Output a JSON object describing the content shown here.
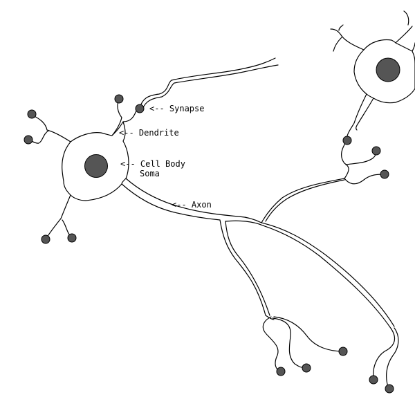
{
  "labels": {
    "synapse": "<-- Synapse",
    "dendrite": "<-- Dendrite",
    "cell_body": "<-- Cell Body",
    "soma": "Soma",
    "axon": "<-- Axon"
  }
}
